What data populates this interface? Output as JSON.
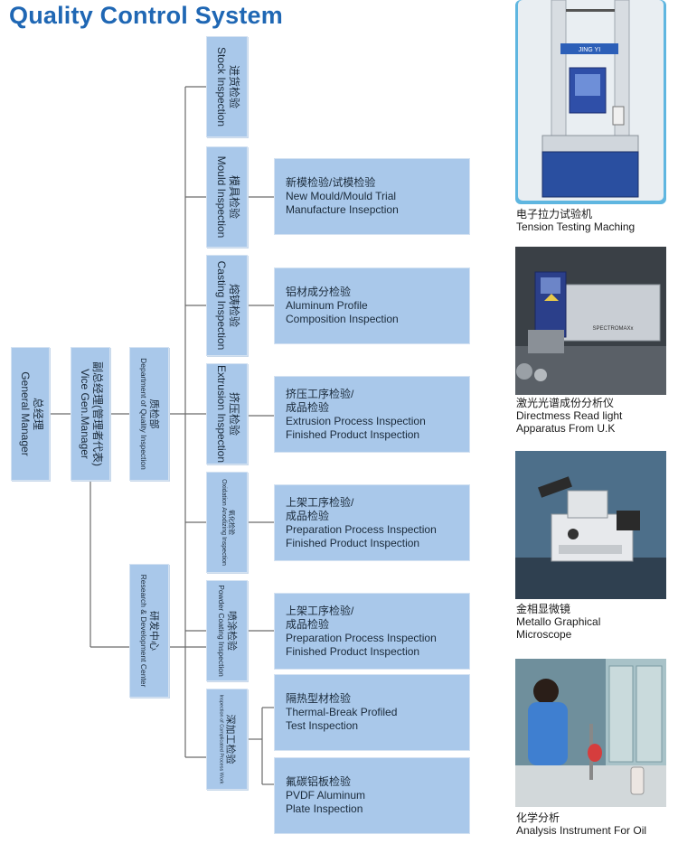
{
  "title": "Quality Control System",
  "general_manager": {
    "zh": "总经理",
    "en": "General Manager"
  },
  "vice_manager": {
    "zh": "副总经理(管理者代表)",
    "en": "Vice Gen.Manager"
  },
  "quality_dept": {
    "zh": "质检部",
    "en": "Department of Quality Inspection"
  },
  "rd_center": {
    "zh": "研发中心",
    "en": "Research & Development Center"
  },
  "inspections": [
    {
      "zh": "进货检验",
      "en": "Stock Inspection"
    },
    {
      "zh": "模具检验",
      "en": "Mould Inspection"
    },
    {
      "zh": "熔铸检验",
      "en": "Casting Inspection"
    },
    {
      "zh": "挤压检验",
      "en": "Extrusion Inspection"
    },
    {
      "zh": "氧化检验",
      "en": "Oxidation Anodizing Inspection"
    },
    {
      "zh": "喷涂检验",
      "en": "Powder Coating Inspection"
    },
    {
      "zh": "深加工检验",
      "en": "Inspection of Complicated Process Work"
    }
  ],
  "details": [
    {
      "lines": [
        "新模检验/试模检验",
        "New Mould/Mould Trial",
        "Manufacture Insepction"
      ]
    },
    {
      "lines": [
        "铝材成分检验",
        "Aluminum Profile",
        "Composition Inspection"
      ]
    },
    {
      "lines": [
        "挤压工序检验/",
        "成品检验",
        "Extrusion Process Inspection",
        "Finished Product Inspection"
      ]
    },
    {
      "lines": [
        "上架工序检验/",
        "成品检验",
        "Preparation Process Inspection",
        "Finished Product Inspection"
      ]
    },
    {
      "lines": [
        "上架工序检验/",
        "成品检验",
        "Preparation Process Inspection",
        "Finished Product Inspection"
      ]
    },
    {
      "lines": [
        "隔热型材检验",
        "Thermal-Break Profiled",
        "Test Inspection"
      ]
    },
    {
      "lines": [
        "氟碳铝板检验",
        "PVDF Aluminum",
        "Plate Inspection"
      ]
    }
  ],
  "equipment": [
    {
      "zh": "电子拉力试验机",
      "en": "Tension Testing Maching",
      "label": "JING YI"
    },
    {
      "zh": "激光光谱成份分析仪",
      "en1": "Directmess Read light",
      "en2": "Apparatus From U.K",
      "label": "SPECTROMAXx"
    },
    {
      "zh": "金相显微镜",
      "en1": "Metallo Graphical",
      "en2": "Microscope"
    },
    {
      "zh": "化学分析",
      "en": "Analysis Instrument For Oil"
    }
  ],
  "colors": {
    "title": "#1f67b4",
    "box": "#a9c8ea",
    "line": "#6a6a6a"
  }
}
